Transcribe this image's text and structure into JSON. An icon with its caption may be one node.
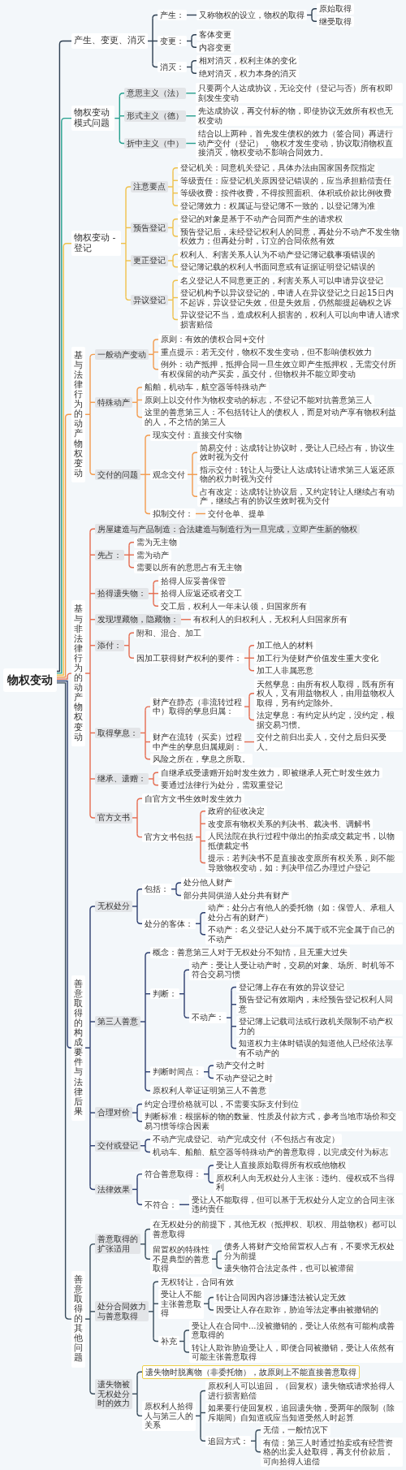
{
  "diagram": {
    "nodes": [
      {
        "text": [
          "物权变动"
        ]
      },
      {
        "text": [
          "产生、变更、消灭"
        ]
      },
      {
        "text": [
          "产生："
        ]
      },
      {
        "text": [
          "又称物权的设立，物权的取得"
        ]
      },
      {
        "text": [
          "原始取得"
        ]
      },
      {
        "text": [
          "继受取得"
        ]
      },
      {
        "text": [
          "变更："
        ]
      },
      {
        "text": [
          "客体变更"
        ]
      },
      {
        "text": [
          "内容变更"
        ]
      },
      {
        "text": [
          "消灭："
        ]
      },
      {
        "text": [
          "相对消灭，权利主体的变化"
        ]
      },
      {
        "text": [
          "绝对消灭，权力本身的消灭"
        ]
      },
      {
        "text": [
          "物权变动模式问题"
        ]
      },
      {
        "text": [
          "意思主义（法）"
        ]
      },
      {
        "text": [
          "只要两个人达成协议，无论交付（登记与否）所有权即刻发生变动"
        ]
      },
      {
        "text": [
          "形式主义（德）"
        ]
      },
      {
        "text": [
          "先达成协议，再交付标的物，即使协议无效所有权也无权变动"
        ]
      },
      {
        "text": [
          "折中主义（中）"
        ]
      },
      {
        "text": [
          "结合以上两种，首先发生债权的效力（签合同）再进行动产交付（登记），物权才发生变动，协议取消物权直接消灭，物权变动不影响合同效力。"
        ]
      },
      {
        "text": [
          "物权变动 - 登记"
        ]
      },
      {
        "text": [
          "注意要点"
        ]
      },
      {
        "text": [
          "登记机关：同意机关登记，具体办法由国家国务院指定"
        ]
      },
      {
        "text": [
          "等级责任：应登记机关原因登记错误的，应当承担赔偿责任"
        ]
      },
      {
        "text": [
          "等级收费：按件收费，不得按照面积、体积或价款比例收费"
        ]
      },
      {
        "text": [
          "登记簿效力：权属证与登记簿不一致的，以登记簿为准"
        ]
      },
      {
        "text": [
          "预告登记"
        ]
      },
      {
        "text": [
          "登记的对象是基于不动产合同而产生的请求权"
        ]
      },
      {
        "text": [
          "预告登记后，未经登记权利人的同意，再处分不动产不发生物权效力；但再处分时，订立的合同依然有效"
        ]
      },
      {
        "text": [
          "更正登记"
        ]
      },
      {
        "text": [
          "权利人、利害关系人认为不动产登记簿记载事项错误的"
        ]
      },
      {
        "text": [
          "登记簿记载的权利人书面同意或有证据证明登记错误的"
        ]
      },
      {
        "text": [
          "异议登记"
        ]
      },
      {
        "text": [
          "名义登记人不同意更正的，利害关系人可以申请异议登记"
        ]
      },
      {
        "text": [
          "登记机构予以异议登记的，申请人在异议登记之日起15日内不起诉，异议登记失效，但是失效后，仍然能提起确权之诉"
        ]
      },
      {
        "text": [
          "异议登记不当，造成权利人损害的，权利人可以向申请人请求损害赔偿"
        ]
      },
      {
        "text": [
          "基与法律行为的动产物权变动"
        ]
      },
      {
        "text": [
          "一般动产变动"
        ]
      },
      {
        "text": [
          "原则：有效的债权合同+交付"
        ]
      },
      {
        "text": [
          "重点提示：若无交付，物权不发生变动，但不影响债权效力"
        ]
      },
      {
        "text": [
          "例外：动产抵押，抵押合同一旦生效立即产生抵押权，无需交付所有权保留的动产买卖，虽交付，但物权并不能立即变动"
        ]
      },
      {
        "text": [
          "特殊动产"
        ]
      },
      {
        "text": [
          "船舶，机动车，航空器等特殊动产"
        ]
      },
      {
        "text": [
          "原则上以交付作为物权变动的标志，不登记不能对抗善意第三人"
        ]
      },
      {
        "text": [
          "这里的善意第三人：不包括转让人的债权人，而是对动产享有物权利益的人，不之情的第三人"
        ]
      },
      {
        "text": [
          "交付的问题"
        ]
      },
      {
        "text": [
          "现实交付：直接交付实物"
        ]
      },
      {
        "text": [
          "观念交付"
        ]
      },
      {
        "text": [
          "简易交付：达成转让协议时，受让人已经占有，协议生效时视为交付"
        ]
      },
      {
        "text": [
          "指示交付：转让人与受让人达成转让请求第三人返还原物的权力时视为交付"
        ]
      },
      {
        "text": [
          "占有改定：达成转让协议后，又约定转让人继续占有动产，继续占有的协议生效时视为交付"
        ]
      },
      {
        "text": [
          "拟制交付："
        ]
      },
      {
        "text": [
          "交付仓单、提单"
        ]
      },
      {
        "text": [
          "基与非法律行为的动产物权变动"
        ]
      },
      {
        "text": [
          "房屋建造与产品制造：合法建造与制造行为一旦完成，立即产生新的物权"
        ]
      },
      {
        "text": [
          "先占："
        ]
      },
      {
        "text": [
          "需为无主物"
        ]
      },
      {
        "text": [
          "需为动产"
        ]
      },
      {
        "text": [
          "需要以所有的意思占有无主物"
        ]
      },
      {
        "text": [
          "拾得遗失物："
        ]
      },
      {
        "text": [
          "拾得人应妥善保管"
        ]
      },
      {
        "text": [
          "拾得人应返还或者交工"
        ]
      },
      {
        "text": [
          "交工后，权利人一年未认领，归国家所有"
        ]
      },
      {
        "text": [
          "发现埋藏物，隐藏物："
        ]
      },
      {
        "text": [
          "有权利人的归权利人，无权利人归国家所有"
        ]
      },
      {
        "text": [
          "添付："
        ]
      },
      {
        "text": [
          "附和、混合、加工"
        ]
      },
      {
        "text": [
          "因加工获得财产权利的要件："
        ]
      },
      {
        "text": [
          "加工他人的材料"
        ]
      },
      {
        "text": [
          "加工行为使财产价值发生重大变化"
        ]
      },
      {
        "text": [
          "加工人非属恶意"
        ]
      },
      {
        "text": [
          "取得孳息："
        ]
      },
      {
        "text": [
          "财产在静态（非流转过程中）取得的孳息归属："
        ]
      },
      {
        "text": [
          "天然孳息：由所有权人取得，既有所有权人，又有用益物权人，由用益物权人取得，另有约定除外。"
        ]
      },
      {
        "text": [
          "法定孳息：有约定从约定，没约定，根据交易习惯。"
        ]
      },
      {
        "text": [
          "财产在流转（买卖）过程中产生的孳息归属规则："
        ]
      },
      {
        "text": [
          "交付之前归出卖人，交付之后归买受人。"
        ]
      },
      {
        "text": [
          "风险之所在，孳息之所取。"
        ]
      },
      {
        "text": [
          "继承、遗赠："
        ]
      },
      {
        "text": [
          "自继承或受遗赠开始时发生效力，即被继承人死亡时发生效力"
        ]
      },
      {
        "text": [
          "要通过法律行为处分，需双重登记"
        ]
      },
      {
        "text": [
          "官方文书"
        ]
      },
      {
        "text": [
          "自官方文书生效时发生效力"
        ]
      },
      {
        "text": [
          "官方文书包括"
        ]
      },
      {
        "text": [
          "政府的征收决定"
        ]
      },
      {
        "text": [
          "改变原有物权关系的判决书、裁决书、调解书"
        ]
      },
      {
        "text": [
          "人民法院在执行过程中做出的拍卖成交裁定书，以物抵债裁定书"
        ]
      },
      {
        "text": [
          "提示：若判决书不是直接改变原所有权关系，则不能导致物权变动，如：判决甲偿乙办理过户登记"
        ]
      },
      {
        "text": [
          "善意取得的构成要件与法律后果"
        ]
      },
      {
        "text": [
          "无权处分"
        ]
      },
      {
        "text": [
          "包括："
        ]
      },
      {
        "text": [
          "处分他人财产"
        ]
      },
      {
        "text": [
          "部分共同供游人处分共有财产"
        ]
      },
      {
        "text": [
          "处分的客体："
        ]
      },
      {
        "text": [
          "动产：处分占有他人的委托物（如：保管人、承租人处分占有的财产）"
        ]
      },
      {
        "text": [
          "不动产：名义登记人处分不属于或不完全属于自己的不动产"
        ]
      },
      {
        "text": [
          "第三人善意"
        ]
      },
      {
        "text": [
          "概念：善意第三人对于无权处分不知情，且无重大过失"
        ]
      },
      {
        "text": [
          "判断："
        ]
      },
      {
        "text": [
          "动产：受让人受让动产时，交易的对象、场所、时机等不符合交易习惯"
        ]
      },
      {
        "text": [
          "不动产："
        ]
      },
      {
        "text": [
          "登记簿上存在有效的异议登记"
        ]
      },
      {
        "text": [
          "预告登记有效期内，未经预告登记权利人同意"
        ]
      },
      {
        "text": [
          "登记簿上记载司法或行政机关限制不动产权力的"
        ]
      },
      {
        "text": [
          "知道权力主体时错误的知道他人已经依法享有不动产的"
        ]
      },
      {
        "text": [
          "判断时间点："
        ]
      },
      {
        "text": [
          "动产交付之时"
        ]
      },
      {
        "text": [
          "不动产登记之时"
        ]
      },
      {
        "text": [
          "原权利人举证证明第三人不善意"
        ]
      },
      {
        "text": [
          "合理对价"
        ]
      },
      {
        "text": [
          "约定合理价格就可以，不需要实际支付到位"
        ]
      },
      {
        "text": [
          "判断标准：根据标的物的数量、性质及付款方式，参考当地市场价和交易习惯等综合因素"
        ]
      },
      {
        "text": [
          "交付或登记"
        ]
      },
      {
        "text": [
          "不动产完成登记、动产完成交付（不包括占有改定）"
        ]
      },
      {
        "text": [
          "机动车、船舶、航空器等特殊动产的善意取得，以完成交付为标志"
        ]
      },
      {
        "text": [
          "法律效果"
        ]
      },
      {
        "text": [
          "符合善意取得："
        ]
      },
      {
        "text": [
          "受让人直接原始取得所有权或他物权"
        ]
      },
      {
        "text": [
          "原权利人向无权处分人主张：违约、侵权或不当得利"
        ]
      },
      {
        "text": [
          "不符合："
        ]
      },
      {
        "text": [
          "受让人不能取得，但可以基于无权处分人定立的合同主张违约责任"
        ]
      },
      {
        "text": [
          "善意取得的其他问题"
        ]
      },
      {
        "text": [
          "善意取得的扩张适用"
        ]
      },
      {
        "text": [
          "在无权处分的前提下，其他无权（抵押权、职权、用益物权）都可以善意取得"
        ]
      },
      {
        "text": [
          "留置权的特殊性不是典型的善意取得"
        ]
      },
      {
        "text": [
          "债务人将财产交给留置权人占有，不要求无权处分为前提"
        ]
      },
      {
        "text": [
          "遗失物符合法定条件，也可以被滞留"
        ]
      },
      {
        "text": [
          "处分合同效力与善意取得"
        ]
      },
      {
        "text": [
          "无权转让，合同有效"
        ]
      },
      {
        "text": [
          "受让人不能主张善意取得"
        ]
      },
      {
        "text": [
          "转让合同因内容涉嫌违法被认定无效"
        ]
      },
      {
        "text": [
          "因受让人存在欺诈，胁迫等法定事由被撤销的"
        ]
      },
      {
        "text": [
          "补充"
        ]
      },
      {
        "text": [
          "受让人在合同中...没被撤销的，受让人依然有可能构成善意取得的"
        ]
      },
      {
        "text": [
          "转让人欺诈胁迫受让人，即便合同被撤销，受让人依然有可能主张善意取得"
        ]
      },
      {
        "text": [
          "遗失物被无权处分时的效力"
        ]
      },
      {
        "text": [
          "遗失物时脱离物（非委托物），故原则上不能直接善意取得"
        ]
      },
      {
        "text": [
          "原权利人拾得人与第三人的关系"
        ]
      },
      {
        "text": [
          "原权利人可以追回，（回复权）遗失物或请求拾得人进行损害赔偿"
        ]
      },
      {
        "text": [
          "如果要行使回复权，追回遗失物，受两年的限制（除斥期间）自知道或应当知道受然人时起算"
        ]
      },
      {
        "text": [
          "追回方式："
        ]
      },
      {
        "text": [
          "无偿，一般情况下"
        ]
      },
      {
        "text": [
          "有偿：第三人时通过拍卖或有经营资格的出卖人处取得，再支付价款后，可向拾得人追偿"
        ]
      }
    ],
    "edges": [
      {
        "from": 0,
        "to": 1,
        "arrow": "none",
        "color": "#2d3e50"
      },
      {
        "from": 1,
        "to": 2,
        "arrow": "none",
        "color": "#2d3e50"
      },
      {
        "from": 2,
        "to": 3,
        "arrow": "none",
        "color": "#2d3e50"
      },
      {
        "from": 3,
        "to": 4,
        "arrow": "none",
        "color": "#2d3e50"
      },
      {
        "from": 3,
        "to": 5,
        "arrow": "none",
        "color": "#2d3e50"
      },
      {
        "from": 1,
        "to": 6,
        "arrow": "none",
        "color": "#2d3e50"
      },
      {
        "from": 6,
        "to": 7,
        "arrow": "none",
        "color": "#2d3e50"
      },
      {
        "from": 6,
        "to": 8,
        "arrow": "none",
        "color": "#2d3e50"
      },
      {
        "from": 1,
        "to": 9,
        "arrow": "none",
        "color": "#2d3e50"
      },
      {
        "from": 9,
        "to": 10,
        "arrow": "none",
        "color": "#2d3e50"
      },
      {
        "from": 9,
        "to": 11,
        "arrow": "none",
        "color": "#2d3e50"
      },
      {
        "from": 0,
        "to": 12,
        "arrow": "none",
        "color": "#26a08e"
      },
      {
        "from": 12,
        "to": 13,
        "arrow": "none",
        "color": "#26a08e"
      },
      {
        "from": 13,
        "to": 14,
        "arrow": "none",
        "color": "#26a08e"
      },
      {
        "from": 12,
        "to": 15,
        "arrow": "none",
        "color": "#26a08e"
      },
      {
        "from": 15,
        "to": 16,
        "arrow": "none",
        "color": "#26a08e"
      },
      {
        "from": 12,
        "to": 17,
        "arrow": "none",
        "color": "#26a08e"
      },
      {
        "from": 17,
        "to": 18,
        "arrow": "none",
        "color": "#26a08e"
      },
      {
        "from": 0,
        "to": 19,
        "arrow": "none",
        "color": "#efc14a"
      },
      {
        "from": 19,
        "to": 20,
        "arrow": "none",
        "color": "#efc14a"
      },
      {
        "from": 20,
        "to": 21,
        "arrow": "none",
        "color": "#efc14a"
      },
      {
        "from": 20,
        "to": 22,
        "arrow": "none",
        "color": "#efc14a"
      },
      {
        "from": 20,
        "to": 23,
        "arrow": "none",
        "color": "#efc14a"
      },
      {
        "from": 20,
        "to": 24,
        "arrow": "none",
        "color": "#efc14a"
      },
      {
        "from": 19,
        "to": 25,
        "arrow": "none",
        "color": "#efc14a"
      },
      {
        "from": 25,
        "to": 26,
        "arrow": "none",
        "color": "#efc14a"
      },
      {
        "from": 25,
        "to": 27,
        "arrow": "none",
        "color": "#efc14a"
      },
      {
        "from": 19,
        "to": 28,
        "arrow": "none",
        "color": "#efc14a"
      },
      {
        "from": 28,
        "to": 29,
        "arrow": "none",
        "color": "#efc14a"
      },
      {
        "from": 28,
        "to": 30,
        "arrow": "none",
        "color": "#efc14a"
      },
      {
        "from": 19,
        "to": 31,
        "arrow": "none",
        "color": "#efc14a"
      },
      {
        "from": 31,
        "to": 32,
        "arrow": "none",
        "color": "#efc14a"
      },
      {
        "from": 31,
        "to": 33,
        "arrow": "none",
        "color": "#efc14a"
      },
      {
        "from": 31,
        "to": 34,
        "arrow": "none",
        "color": "#efc14a"
      },
      {
        "from": 0,
        "to": 35,
        "arrow": "none",
        "color": "#f29a4c"
      },
      {
        "from": 35,
        "to": 36,
        "arrow": "none",
        "color": "#f29a4c"
      },
      {
        "from": 36,
        "to": 37,
        "arrow": "none",
        "color": "#f29a4c"
      },
      {
        "from": 36,
        "to": 38,
        "arrow": "none",
        "color": "#f29a4c"
      },
      {
        "from": 36,
        "to": 39,
        "arrow": "none",
        "color": "#f29a4c"
      },
      {
        "from": 35,
        "to": 40,
        "arrow": "none",
        "color": "#f29a4c"
      },
      {
        "from": 40,
        "to": 41,
        "arrow": "none",
        "color": "#f29a4c"
      },
      {
        "from": 40,
        "to": 42,
        "arrow": "none",
        "color": "#f29a4c"
      },
      {
        "from": 40,
        "to": 43,
        "arrow": "none",
        "color": "#f29a4c"
      },
      {
        "from": 35,
        "to": 44,
        "arrow": "none",
        "color": "#f29a4c"
      },
      {
        "from": 44,
        "to": 45,
        "arrow": "none",
        "color": "#f29a4c"
      },
      {
        "from": 44,
        "to": 46,
        "arrow": "none",
        "color": "#f29a4c"
      },
      {
        "from": 46,
        "to": 47,
        "arrow": "none",
        "color": "#f29a4c"
      },
      {
        "from": 46,
        "to": 48,
        "arrow": "none",
        "color": "#f29a4c"
      },
      {
        "from": 46,
        "to": 49,
        "arrow": "none",
        "color": "#f29a4c"
      },
      {
        "from": 44,
        "to": 50,
        "arrow": "none",
        "color": "#f29a4c"
      },
      {
        "from": 50,
        "to": 51,
        "arrow": "none",
        "color": "#f29a4c"
      },
      {
        "from": 0,
        "to": 52,
        "arrow": "none"
      },
      {
        "from": 52,
        "to": 53,
        "arrow": "none"
      },
      {
        "from": 52,
        "to": 54,
        "arrow": "none"
      },
      {
        "from": 54,
        "to": 55,
        "arrow": "none"
      },
      {
        "from": 54,
        "to": 56,
        "arrow": "none"
      },
      {
        "from": 54,
        "to": 57,
        "arrow": "none"
      },
      {
        "from": 52,
        "to": 58,
        "arrow": "none"
      },
      {
        "from": 58,
        "to": 59,
        "arrow": "none"
      },
      {
        "from": 58,
        "to": 60,
        "arrow": "none"
      },
      {
        "from": 58,
        "to": 61,
        "arrow": "none"
      },
      {
        "from": 52,
        "to": 62,
        "arrow": "none"
      },
      {
        "from": 62,
        "to": 63,
        "arrow": "none"
      },
      {
        "from": 52,
        "to": 64,
        "arrow": "none"
      },
      {
        "from": 64,
        "to": 65,
        "arrow": "none"
      },
      {
        "from": 64,
        "to": 66,
        "arrow": "none"
      },
      {
        "from": 66,
        "to": 67,
        "arrow": "none"
      },
      {
        "from": 66,
        "to": 68,
        "arrow": "none"
      },
      {
        "from": 66,
        "to": 69,
        "arrow": "none"
      },
      {
        "from": 52,
        "to": 70,
        "arrow": "none"
      },
      {
        "from": 70,
        "to": 71,
        "arrow": "none"
      },
      {
        "from": 71,
        "to": 72,
        "arrow": "none"
      },
      {
        "from": 71,
        "to": 73,
        "arrow": "none"
      },
      {
        "from": 70,
        "to": 74,
        "arrow": "none"
      },
      {
        "from": 74,
        "to": 75,
        "arrow": "none"
      },
      {
        "from": 70,
        "to": 76,
        "arrow": "none"
      },
      {
        "from": 52,
        "to": 77,
        "arrow": "none"
      },
      {
        "from": 77,
        "to": 78,
        "arrow": "none"
      },
      {
        "from": 77,
        "to": 79,
        "arrow": "none"
      },
      {
        "from": 52,
        "to": 80,
        "arrow": "none"
      },
      {
        "from": 80,
        "to": 81,
        "arrow": "none"
      },
      {
        "from": 80,
        "to": 82,
        "arrow": "none"
      },
      {
        "from": 82,
        "to": 83,
        "arrow": "none"
      },
      {
        "from": 82,
        "to": 84,
        "arrow": "none"
      },
      {
        "from": 82,
        "to": 85,
        "arrow": "none"
      },
      {
        "from": 82,
        "to": 86,
        "arrow": "none"
      },
      {
        "from": 0,
        "to": 87,
        "arrow": "none",
        "color": "#2b3d6e"
      },
      {
        "from": 87,
        "to": 88,
        "arrow": "none",
        "color": "#2b3d6e"
      },
      {
        "from": 88,
        "to": 89,
        "arrow": "none",
        "color": "#2b3d6e"
      },
      {
        "from": 89,
        "to": 90,
        "arrow": "none",
        "color": "#2b3d6e"
      },
      {
        "from": 89,
        "to": 91,
        "arrow": "none",
        "color": "#2b3d6e"
      },
      {
        "from": 88,
        "to": 92,
        "arrow": "none",
        "color": "#2b3d6e"
      },
      {
        "from": 92,
        "to": 93,
        "arrow": "none",
        "color": "#2b3d6e"
      },
      {
        "from": 92,
        "to": 94,
        "arrow": "none",
        "color": "#2b3d6e"
      },
      {
        "from": 87,
        "to": 95,
        "arrow": "none",
        "color": "#2b3d6e"
      },
      {
        "from": 95,
        "to": 96,
        "arrow": "none",
        "color": "#2b3d6e"
      },
      {
        "from": 95,
        "to": 97,
        "arrow": "none",
        "color": "#2b3d6e"
      },
      {
        "from": 97,
        "to": 98,
        "arrow": "none",
        "color": "#2b3d6e"
      },
      {
        "from": 97,
        "to": 99,
        "arrow": "none",
        "color": "#2b3d6e"
      },
      {
        "from": 99,
        "to": 100,
        "arrow": "none",
        "color": "#2b3d6e"
      },
      {
        "from": 99,
        "to": 101,
        "arrow": "none",
        "color": "#2b3d6e"
      },
      {
        "from": 99,
        "to": 102,
        "arrow": "none",
        "color": "#2b3d6e"
      },
      {
        "from": 99,
        "to": 103,
        "arrow": "none",
        "color": "#2b3d6e"
      },
      {
        "from": 95,
        "to": 104,
        "arrow": "none",
        "color": "#2b3d6e"
      },
      {
        "from": 104,
        "to": 105,
        "arrow": "none",
        "color": "#2b3d6e"
      },
      {
        "from": 104,
        "to": 106,
        "arrow": "none",
        "color": "#2b3d6e"
      },
      {
        "from": 95,
        "to": 107,
        "arrow": "none",
        "color": "#2b3d6e"
      },
      {
        "from": 87,
        "to": 108,
        "arrow": "none",
        "color": "#2b3d6e"
      },
      {
        "from": 108,
        "to": 109,
        "arrow": "none",
        "color": "#2b3d6e"
      },
      {
        "from": 108,
        "to": 110,
        "arrow": "none",
        "color": "#2b3d6e"
      },
      {
        "from": 87,
        "to": 111,
        "arrow": "none",
        "color": "#2b3d6e"
      },
      {
        "from": 111,
        "to": 112,
        "arrow": "none",
        "color": "#2b3d6e"
      },
      {
        "from": 111,
        "to": 113,
        "arrow": "none",
        "color": "#2b3d6e"
      },
      {
        "from": 87,
        "to": 114,
        "arrow": "none",
        "color": "#2b3d6e"
      },
      {
        "from": 114,
        "to": 115,
        "arrow": "none",
        "color": "#2b3d6e"
      },
      {
        "from": 115,
        "to": 116,
        "arrow": "none",
        "color": "#2b3d6e"
      },
      {
        "from": 115,
        "to": 117,
        "arrow": "none",
        "color": "#2b3d6e"
      },
      {
        "from": 114,
        "to": 118,
        "arrow": "none",
        "color": "#2b3d6e"
      },
      {
        "from": 118,
        "to": 119,
        "arrow": "none",
        "color": "#2b3d6e"
      },
      {
        "from": 0,
        "to": 120,
        "arrow": "none",
        "color": "#364a5a"
      },
      {
        "from": 120,
        "to": 121,
        "arrow": "none",
        "color": "#364a5a"
      },
      {
        "from": 121,
        "to": 122,
        "arrow": "none",
        "color": "#364a5a"
      },
      {
        "from": 121,
        "to": 123,
        "arrow": "none",
        "color": "#364a5a"
      },
      {
        "from": 123,
        "to": 124,
        "arrow": "none",
        "color": "#364a5a"
      },
      {
        "from": 123,
        "to": 125,
        "arrow": "none",
        "color": "#364a5a"
      },
      {
        "from": 120,
        "to": 126,
        "arrow": "none",
        "color": "#364a5a"
      },
      {
        "from": 126,
        "to": 127,
        "arrow": "none",
        "color": "#364a5a"
      },
      {
        "from": 126,
        "to": 128,
        "arrow": "none",
        "color": "#364a5a"
      },
      {
        "from": 128,
        "to": 129,
        "arrow": "none",
        "color": "#364a5a"
      },
      {
        "from": 128,
        "to": 130,
        "arrow": "none",
        "color": "#364a5a"
      },
      {
        "from": 126,
        "to": 131,
        "arrow": "none",
        "color": "#364a5a"
      },
      {
        "from": 131,
        "to": 132,
        "arrow": "none",
        "color": "#364a5a"
      },
      {
        "from": 131,
        "to": 133,
        "arrow": "none",
        "color": "#364a5a"
      },
      {
        "from": 120,
        "to": 134,
        "arrow": "none",
        "color": "#364a5a"
      },
      {
        "from": 134,
        "to": 135,
        "arrow": "none",
        "color": "#364a5a"
      },
      {
        "from": 134,
        "to": 136,
        "arrow": "none",
        "color": "#364a5a"
      },
      {
        "from": 136,
        "to": 137,
        "arrow": "none",
        "color": "#364a5a"
      },
      {
        "from": 136,
        "to": 138,
        "arrow": "none",
        "color": "#364a5a"
      },
      {
        "from": 136,
        "to": 139,
        "arrow": "none",
        "color": "#364a5a"
      },
      {
        "from": 139,
        "to": 140,
        "arrow": "none",
        "color": "#364a5a"
      },
      {
        "from": 139,
        "to": 141,
        "arrow": "none",
        "color": "#364a5a"
      }
    ]
  }
}
